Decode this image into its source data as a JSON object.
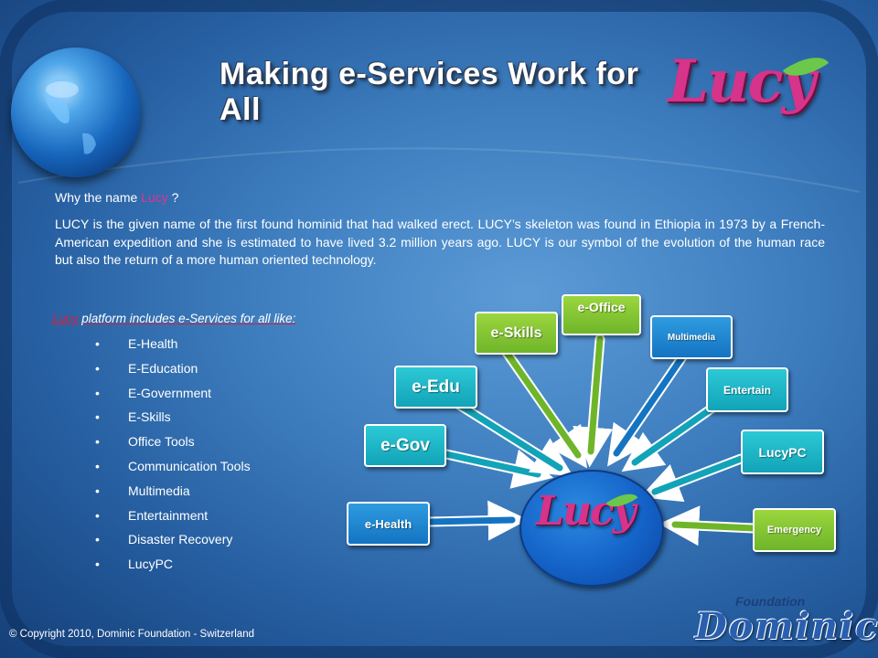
{
  "slide": {
    "title": "Making e-Services Work for All",
    "logo_text": "Lucy",
    "why_prefix": "Why the name ",
    "why_name": "Lucy",
    "why_suffix": " ?",
    "paragraph": "LUCY is the given name of the first found hominid that had walked erect. LUCY’s skeleton was found in Ethiopia in 1973 by a French-American expedition and she is estimated to have lived 3.2 million years ago. LUCY is our symbol of the evolution of the human race but also the return of a more human oriented technology.",
    "list_heading_name": "Lucy",
    "list_heading_rest": " platform includes e-Services for all like:",
    "services": [
      "E-Health",
      "E-Education",
      "E-Government",
      "E-Skills",
      "Office Tools",
      "Communication Tools",
      "Multimedia",
      "Entertainment",
      "Disaster Recovery",
      "LucyPC"
    ],
    "copyright": "© Copyright 2010, Dominic Foundation - Switzerland",
    "footer_logo_top": "Foundation",
    "footer_logo_main": "Dominic"
  },
  "diagram": {
    "hub_label": "Lucy",
    "nodes": {
      "e_health": "e-Health",
      "e_gov": "e-Gov",
      "e_edu": "e-Edu",
      "e_skills": "e-Skills",
      "e_office": "e-Office",
      "multimedia": "Multimedia",
      "entertain": "Entertain",
      "lucypc": "LucyPC",
      "emergency": "Emergency"
    }
  },
  "colors": {
    "background": "#3f7fc0",
    "logo_pink": "#d6338a",
    "accent_red": "#d81f3b",
    "node_blue": "#1474c2",
    "node_cyan": "#12a3b8",
    "node_green": "#6fb52a"
  }
}
